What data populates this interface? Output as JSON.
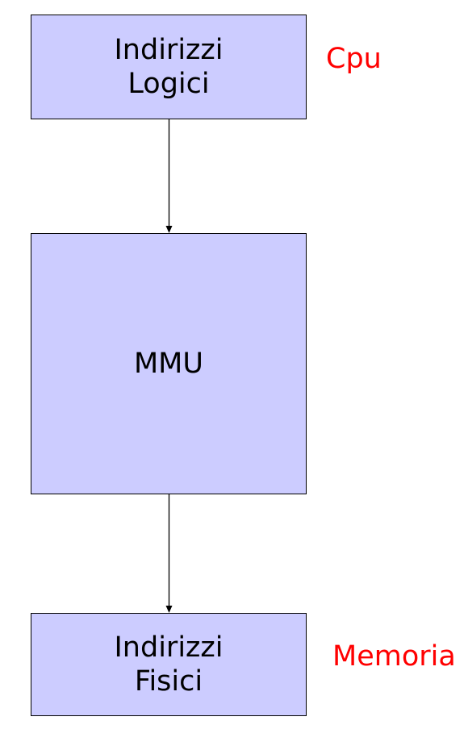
{
  "boxes": {
    "logical": {
      "line1": "Indirizzi",
      "line2": "Logici"
    },
    "mmu": {
      "label": "MMU"
    },
    "physical": {
      "line1": "Indirizzi",
      "line2": "Fisici"
    }
  },
  "side_labels": {
    "cpu": "Cpu",
    "memory": "Memoria"
  },
  "colors": {
    "box_fill": "#ccccff",
    "label_color": "#ff0000",
    "line_color": "#000000"
  }
}
